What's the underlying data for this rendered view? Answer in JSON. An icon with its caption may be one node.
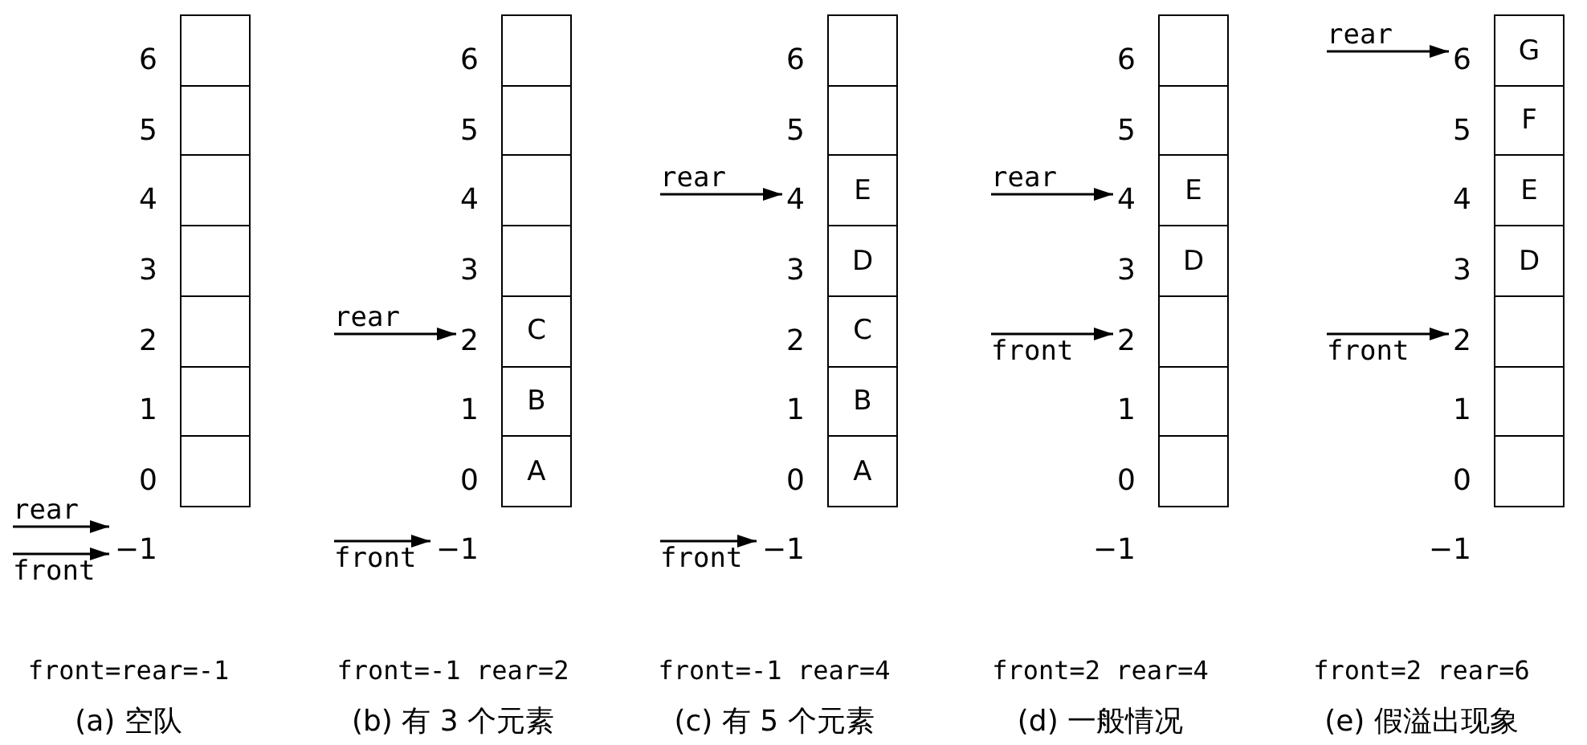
{
  "diagram": {
    "nodes": [
      {
        "text": [],
        "shape": "box"
      },
      {
        "text": [],
        "shape": "box"
      },
      {
        "text": [],
        "shape": "box"
      },
      {
        "text": [],
        "shape": "box"
      },
      {
        "text": [],
        "shape": "box"
      },
      {
        "text": [],
        "shape": "box"
      },
      {
        "text": [],
        "shape": "box"
      },
      {
        "text": [
          "6"
        ]
      },
      {
        "text": [
          "5"
        ]
      },
      {
        "text": [
          "4"
        ]
      },
      {
        "text": [
          "3"
        ]
      },
      {
        "text": [
          "2"
        ]
      },
      {
        "text": [
          "1"
        ]
      },
      {
        "text": [
          "0"
        ]
      },
      {
        "text": [
          "−1"
        ]
      },
      {
        "text": [
          "rear"
        ]
      },
      {
        "text": [
          "front"
        ]
      },
      {
        "text": [],
        "shape": "box"
      },
      {
        "text": [],
        "shape": "box"
      },
      {
        "text": [],
        "shape": "box"
      },
      {
        "text": [],
        "shape": "box"
      },
      {
        "text": [
          "C"
        ]
      },
      {
        "text": [
          "B"
        ]
      },
      {
        "text": [
          "A"
        ]
      },
      {
        "text": [
          "6"
        ]
      },
      {
        "text": [
          "5"
        ]
      },
      {
        "text": [
          "4"
        ]
      },
      {
        "text": [
          "3"
        ]
      },
      {
        "text": [
          "2"
        ]
      },
      {
        "text": [
          "1"
        ]
      },
      {
        "text": [
          "0"
        ]
      },
      {
        "text": [
          "−1"
        ]
      },
      {
        "text": [
          "rear"
        ]
      },
      {
        "text": [
          "front"
        ]
      },
      {
        "text": [],
        "shape": "box"
      },
      {
        "text": [],
        "shape": "box"
      },
      {
        "text": [
          "E"
        ]
      },
      {
        "text": [
          "D"
        ]
      },
      {
        "text": [
          "C"
        ]
      },
      {
        "text": [
          "B"
        ]
      },
      {
        "text": [
          "A"
        ]
      },
      {
        "text": [
          "6"
        ]
      },
      {
        "text": [
          "5"
        ]
      },
      {
        "text": [
          "4"
        ]
      },
      {
        "text": [
          "3"
        ]
      },
      {
        "text": [
          "2"
        ]
      },
      {
        "text": [
          "1"
        ]
      },
      {
        "text": [
          "0"
        ]
      },
      {
        "text": [
          "−1"
        ]
      },
      {
        "text": [
          "rear"
        ]
      },
      {
        "text": [
          "front"
        ]
      },
      {
        "text": [],
        "shape": "box"
      },
      {
        "text": [],
        "shape": "box"
      },
      {
        "text": [
          "E"
        ]
      },
      {
        "text": [
          "D"
        ]
      },
      {
        "text": [],
        "shape": "box"
      },
      {
        "text": [],
        "shape": "box"
      },
      {
        "text": [],
        "shape": "box"
      },
      {
        "text": [
          "6"
        ]
      },
      {
        "text": [
          "5"
        ]
      },
      {
        "text": [
          "4"
        ]
      },
      {
        "text": [
          "3"
        ]
      },
      {
        "text": [
          "2"
        ]
      },
      {
        "text": [
          "1"
        ]
      },
      {
        "text": [
          "0"
        ]
      },
      {
        "text": [
          "−1"
        ]
      },
      {
        "text": [
          "rear"
        ]
      },
      {
        "text": [
          "front"
        ]
      },
      {
        "text": [
          "G"
        ]
      },
      {
        "text": [
          "F"
        ]
      },
      {
        "text": [
          "E"
        ]
      },
      {
        "text": [
          "D"
        ]
      },
      {
        "text": [],
        "shape": "box"
      },
      {
        "text": [],
        "shape": "box"
      },
      {
        "text": [],
        "shape": "box"
      },
      {
        "text": [
          "6"
        ]
      },
      {
        "text": [
          "5"
        ]
      },
      {
        "text": [
          "4"
        ]
      },
      {
        "text": [
          "3"
        ]
      },
      {
        "text": [
          "2"
        ]
      },
      {
        "text": [
          "1"
        ]
      },
      {
        "text": [
          "0"
        ]
      },
      {
        "text": [
          "−1"
        ]
      },
      {
        "text": [
          "rear"
        ]
      },
      {
        "text": [
          "front"
        ]
      }
    ],
    "edges": [
      {
        "from": 15,
        "to": 14,
        "arrow": "to"
      },
      {
        "from": 16,
        "to": 14,
        "arrow": "to"
      },
      {
        "from": 32,
        "to": 28,
        "arrow": "to"
      },
      {
        "from": 33,
        "to": 31,
        "arrow": "to"
      },
      {
        "from": 49,
        "to": 43,
        "arrow": "to"
      },
      {
        "from": 50,
        "to": 48,
        "arrow": "to"
      },
      {
        "from": 66,
        "to": 60,
        "arrow": "to"
      },
      {
        "from": 67,
        "to": 62,
        "arrow": "to"
      },
      {
        "from": 83,
        "to": 75,
        "arrow": "to"
      },
      {
        "from": 84,
        "to": 79,
        "arrow": "to"
      }
    ],
    "labels": [
      "front=rear=-1",
      "front=-1 rear=2",
      "front=-1 rear=4",
      "front=2 rear=4",
      "front=2 rear=6",
      "(a) 空队",
      "(b) 有 3 个元素",
      "(c) 有 5 个元素",
      "(d) 一般情况",
      "(e) 假溢出现象"
    ]
  }
}
